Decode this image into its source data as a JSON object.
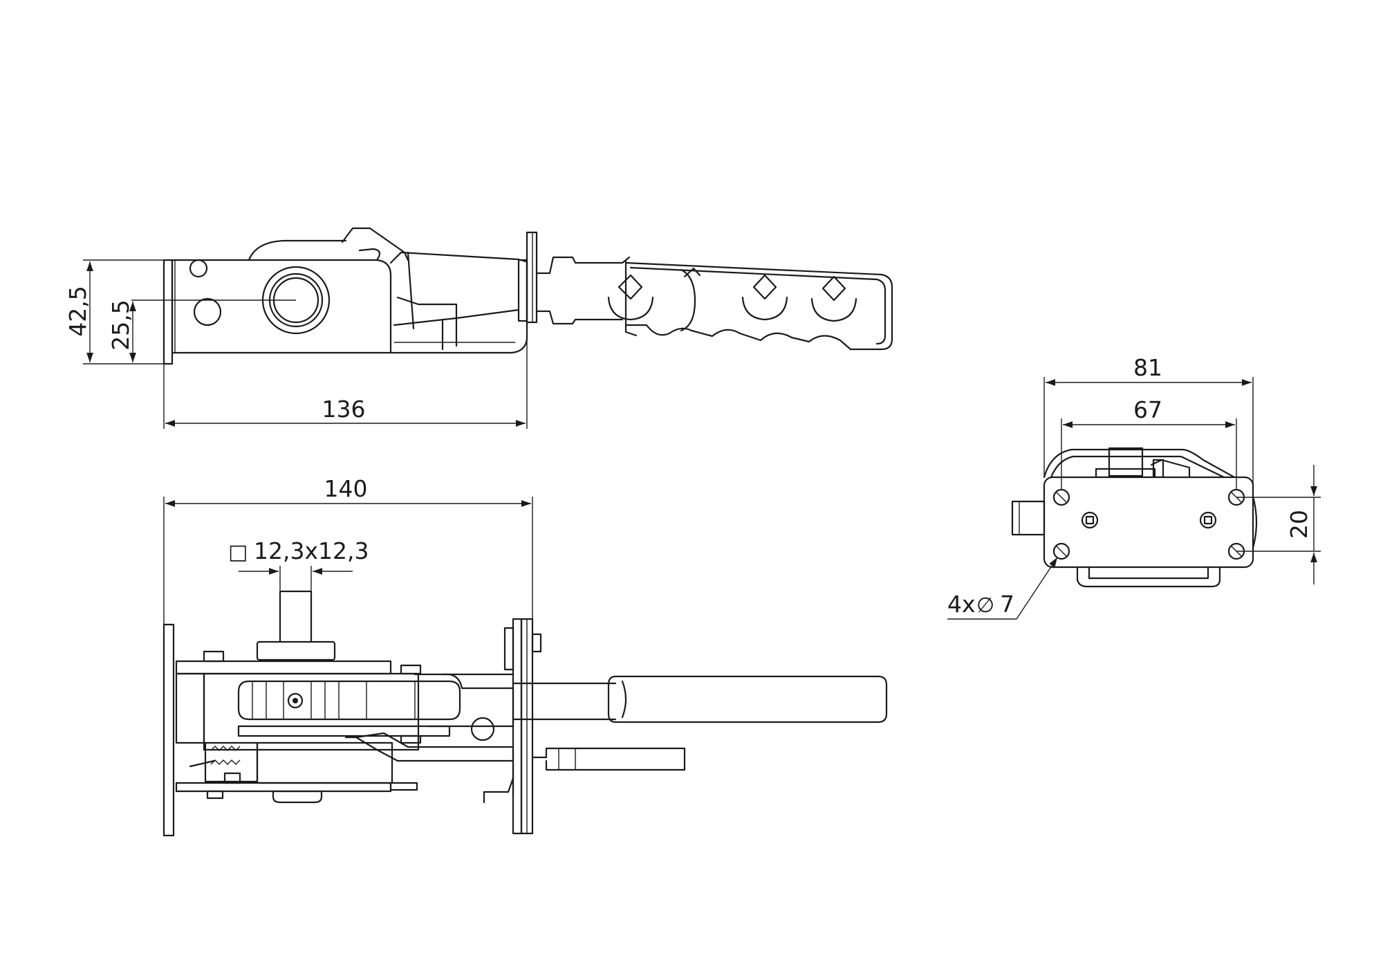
{
  "dimensions": {
    "height_42_5": "42,5",
    "height_25_5": "25,5",
    "width_136": "136",
    "width_140": "140",
    "shaft_square": "12,3x12,3",
    "width_81": "81",
    "width_67": "67",
    "hole_spacing_20": "20",
    "holes_count": "4x",
    "hole_diameter": "7"
  },
  "symbols": {
    "square": "□",
    "diameter": "∅"
  }
}
